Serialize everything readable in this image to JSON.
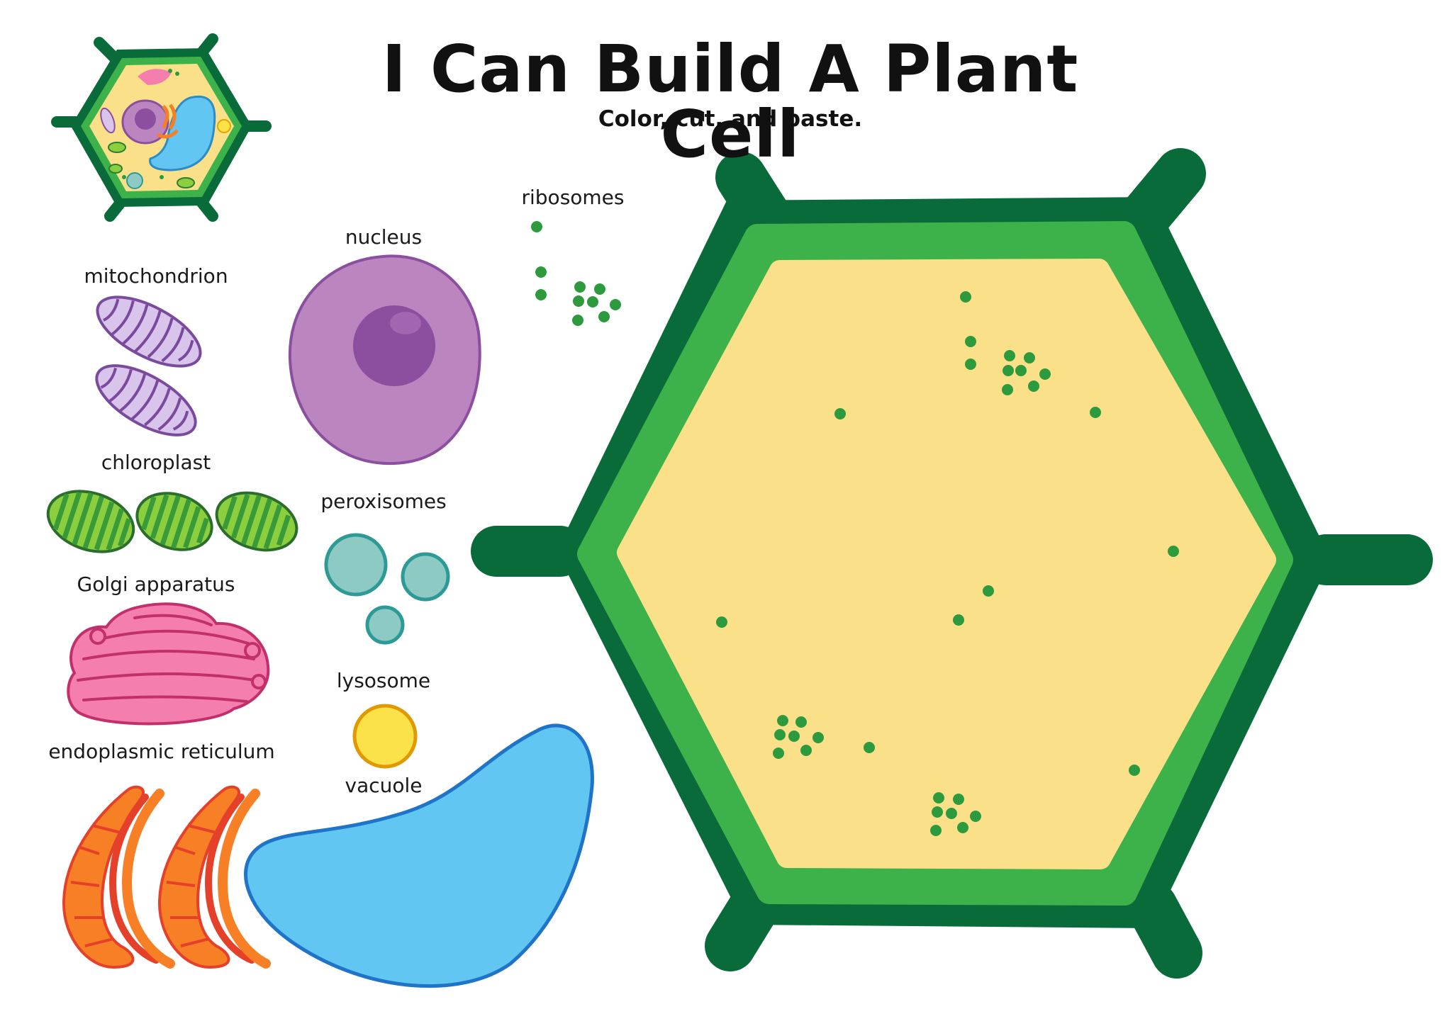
{
  "header": {
    "title": "I Can Build A Plant Cell",
    "subtitle": "Color, cut, and paste."
  },
  "labels": {
    "ribosomes": "ribosomes",
    "nucleus": "nucleus",
    "mitochondrion": "mitochondrion",
    "chloroplast": "chloroplast",
    "peroxisomes": "peroxisomes",
    "golgi": "Golgi apparatus",
    "lysosome": "lysosome",
    "er": "endoplasmic reticulum",
    "vacuole": "vacuole"
  },
  "colors": {
    "cell_wall": "#0a6b3a",
    "membrane": "#3db24a",
    "cytoplasm": "#fbe08a",
    "ribosome": "#2e9a3e",
    "nucleus": "#bb85bf",
    "nucleolus": "#8c4f9f",
    "mitochondrion": "#d9c5ec",
    "chloroplast": "#8ccf3e",
    "golgi": "#f47fae",
    "peroxisome": "#8ecac4",
    "lysosome": "#fbe24a",
    "er": "#f77f26",
    "vacuole": "#62c6f2"
  },
  "icons": {
    "reference_thumbnail": "plant-cell-thumbnail-icon"
  }
}
